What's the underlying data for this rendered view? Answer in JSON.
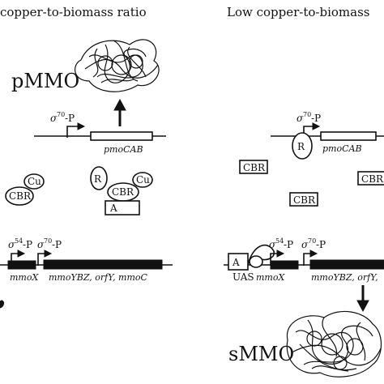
{
  "panels": {
    "left": {
      "title": "copper-to-biomass ratio",
      "protein": "pMMO",
      "p_gene": "pmoCAB",
      "sigma70": "70",
      "promoter_p": "-P",
      "sigma54": "54",
      "cbr": "CBR",
      "cu": "Cu",
      "r": "R",
      "a": "A",
      "mmox": "mmoX",
      "operon": "mmoYBZ, orfY, mmoC"
    },
    "right": {
      "title": "Low copper-to-biomass",
      "protein": "sMMO",
      "p_gene": "pmoCAB",
      "sigma70": "70",
      "promoter_p": "-P",
      "sigma54": "54",
      "cbr": "CBR",
      "r": "R",
      "a": "A",
      "uas": "UAS",
      "mmox": "mmoX",
      "operon": "mmoYBZ, orfY,"
    }
  },
  "colors": {
    "ink": "#111111",
    "background": "#ffffff"
  }
}
